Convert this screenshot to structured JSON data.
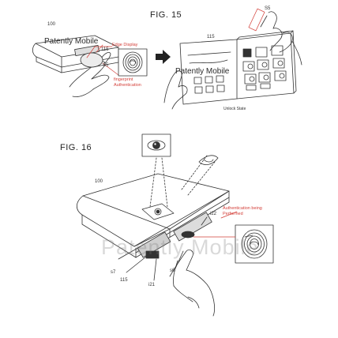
{
  "figures": {
    "fig15": {
      "title": "FIG. 15",
      "ref_main": "100",
      "ref_s5_left": "S5",
      "ref_115_left": "115",
      "ref_s5_right": "S5",
      "ref_115_right": "115",
      "edge_display_label": "Edge Display",
      "fingerprint_label": "fingerprint Authentication",
      "unlock_label": "Unlock State",
      "watermark_left": "Patently Mobile",
      "watermark_right": "Patently Mobile"
    },
    "fig16": {
      "title": "FIG. 16",
      "ref_main": "100",
      "ref_122": "i22",
      "ref_121": "i21",
      "ref_115": "115",
      "ref_s6": "s6",
      "ref_s7": "s7",
      "auth_label": "Authentication being Performed",
      "watermark": "Patently Mobile"
    }
  },
  "colors": {
    "line": "#333333",
    "accent_red": "#d4403a",
    "watermark_grey": "#787878"
  }
}
